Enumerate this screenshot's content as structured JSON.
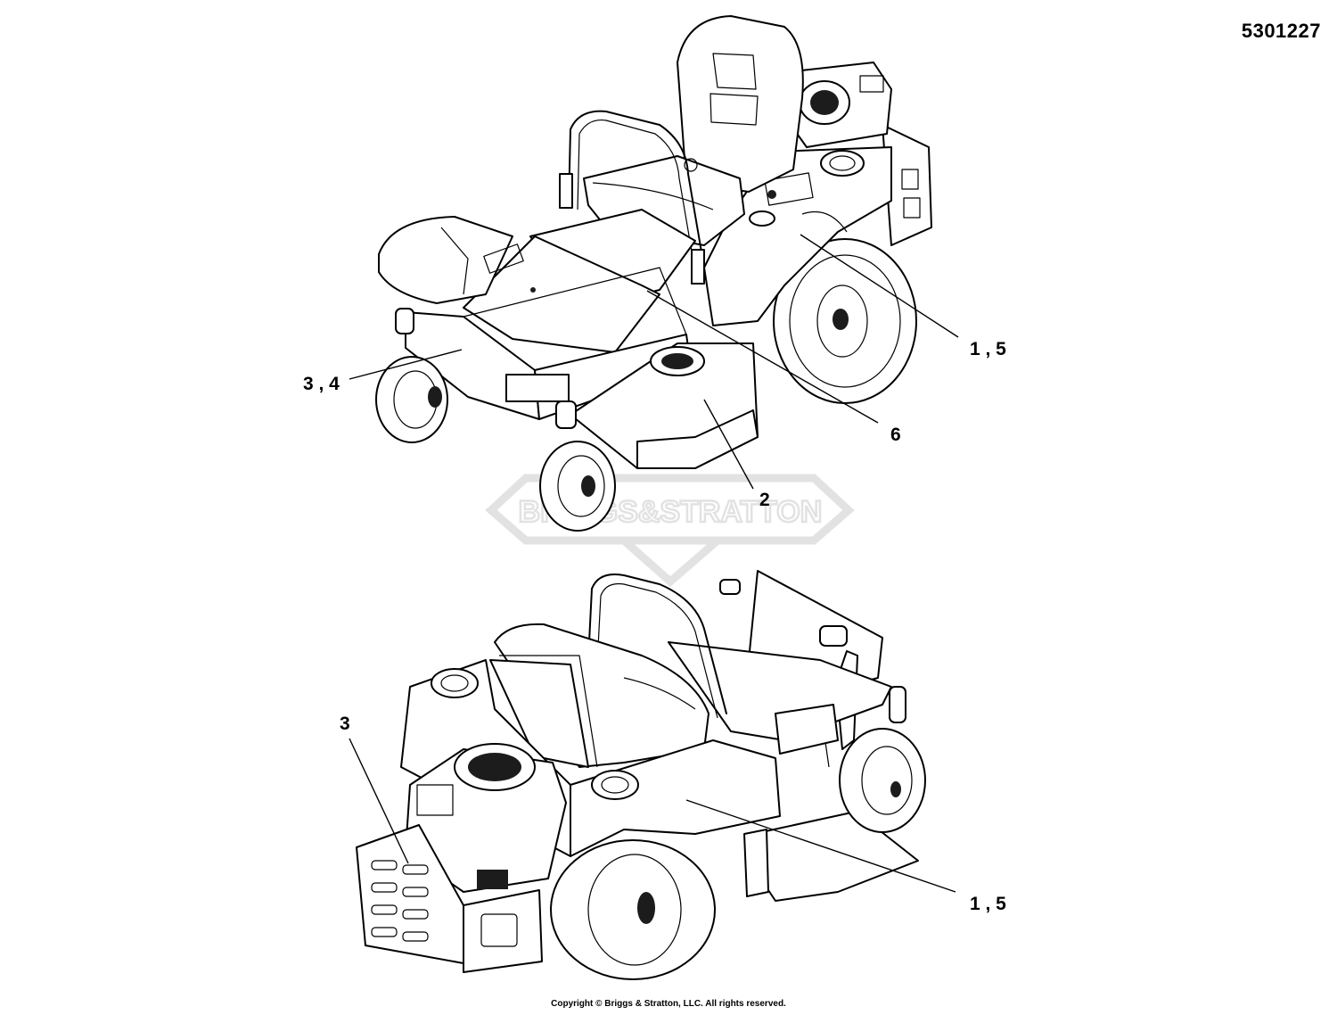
{
  "drawing_number": "5301227",
  "copyright": "Copyright © Briggs & Stratton, LLC. All rights reserved.",
  "watermark": {
    "text": "BRIGGS&STRATTON",
    "color": "#d9d9d9"
  },
  "views": [
    {
      "name": "front-view",
      "callouts": [
        {
          "text": "1 , 5"
        },
        {
          "text": "3 , 4"
        },
        {
          "text": "6"
        },
        {
          "text": "2"
        }
      ]
    },
    {
      "name": "rear-view",
      "callouts": [
        {
          "text": "3"
        },
        {
          "text": "1 , 5"
        }
      ]
    }
  ]
}
